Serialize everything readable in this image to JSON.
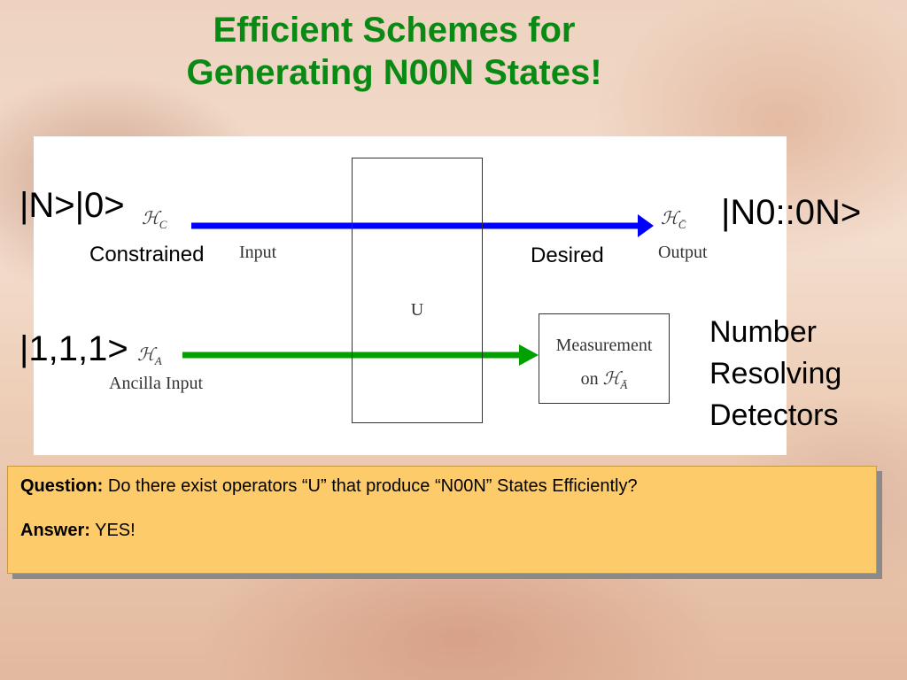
{
  "title": {
    "line1": "Efficient Schemes for",
    "line2": "Generating N00N States!"
  },
  "diagram": {
    "u_label": "U",
    "h_c_symbol": "ℋ",
    "h_c_sub": "C",
    "input_label": "Input",
    "h_cbar_symbol": "ℋ",
    "h_cbar_sub": "C̄",
    "output_label": "Output",
    "h_a_symbol": "ℋ",
    "h_a_sub": "A",
    "ancilla_label": "Ancilla Input",
    "measurement_line1": "Measurement",
    "measurement_on": "on",
    "measurement_symbol": "ℋ",
    "measurement_sub": "Ā",
    "top_arrow_color": "#0000ff",
    "bottom_arrow_color": "#00a000"
  },
  "kets": {
    "input": "|N>|0>",
    "output": "|N0::0N>",
    "ancilla": "|1,1,1>"
  },
  "annotations": {
    "constrained": "Constrained",
    "desired": "Desired",
    "detectors_line1": "Number",
    "detectors_line2": "Resolving",
    "detectors_line3": "Detectors"
  },
  "qa": {
    "question_label": "Question:",
    "question_text": " Do there exist operators “U” that produce “N00N” States Efficiently?",
    "answer_label": "Answer:",
    "answer_text": " YES!"
  }
}
